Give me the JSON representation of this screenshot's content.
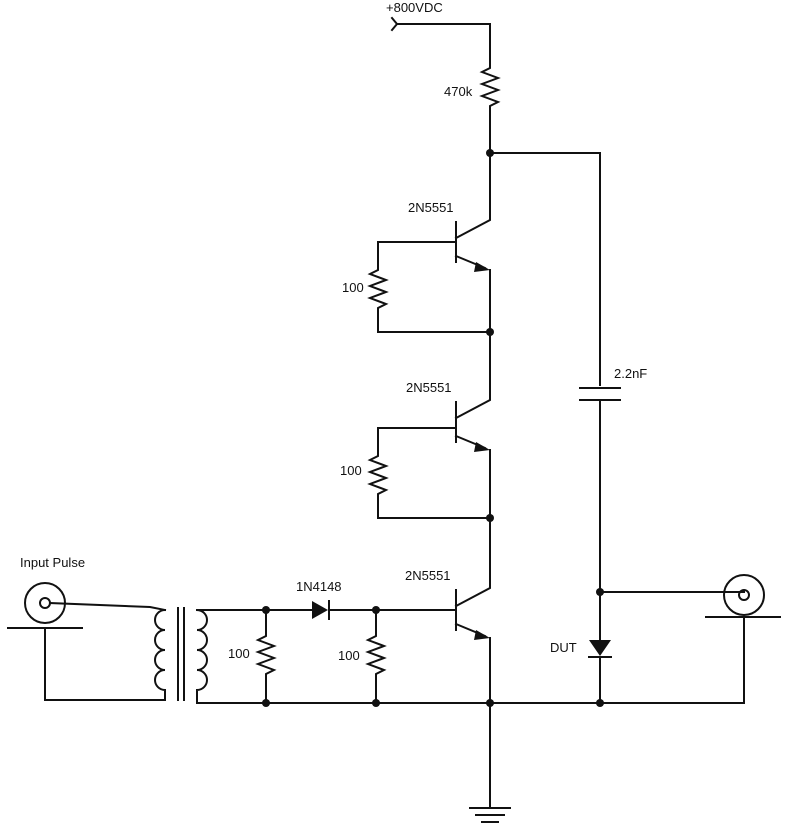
{
  "supply": {
    "label": "+800VDC"
  },
  "resistors": {
    "load": "470k",
    "bias_stage1": "100",
    "bias_stage2": "100",
    "input_shunt": "100",
    "base_shunt": "100"
  },
  "transistors": {
    "stage1": "2N5551",
    "stage2": "2N5551",
    "stage3": "2N5551"
  },
  "diode": {
    "label": "1N4148"
  },
  "capacitor": {
    "label": "2.2nF"
  },
  "dut": {
    "label": "DUT"
  },
  "input": {
    "label": "Input Pulse"
  },
  "colors": {
    "ink": "#111111",
    "background": "#ffffff"
  }
}
